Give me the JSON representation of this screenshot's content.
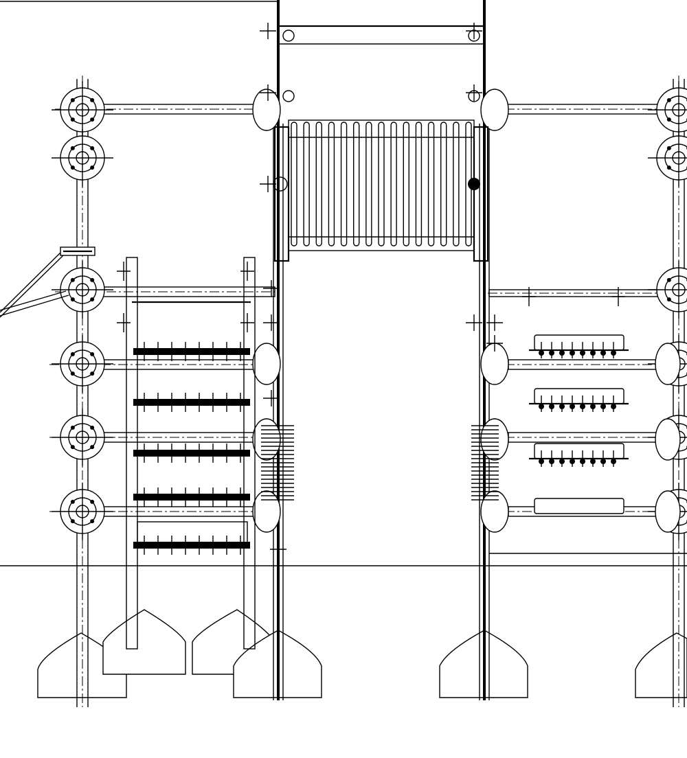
{
  "drawing": {
    "kind": "elevation",
    "labels": [],
    "colors": {
      "line": "#000000",
      "background": "#ffffff"
    },
    "components": {
      "outer_post_count": 2,
      "main_post_count": 2,
      "flange_joints_per_outer_post": 6,
      "bellows_convolutions": 15,
      "ladder_rungs": 5,
      "base_footings": 6,
      "terminal_blocks_right": 4
    }
  }
}
